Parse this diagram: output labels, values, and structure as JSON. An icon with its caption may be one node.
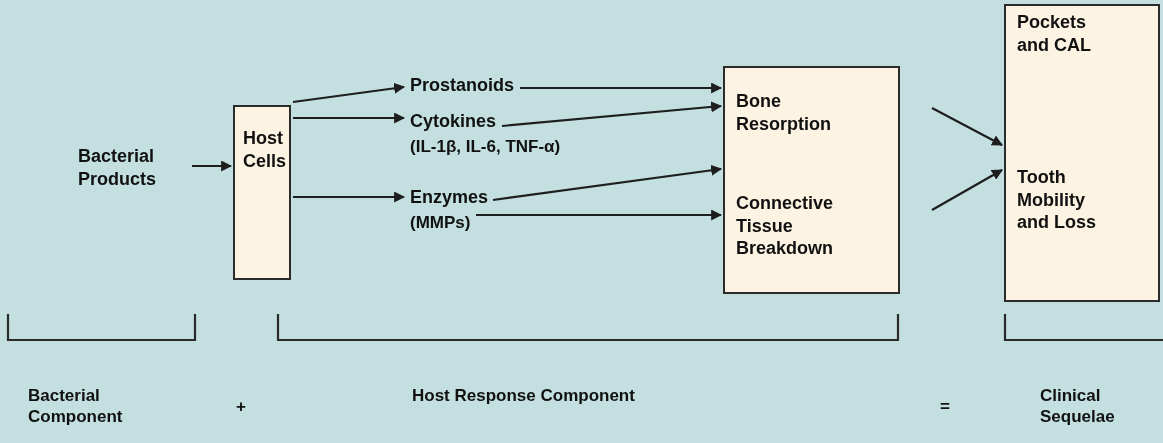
{
  "diagram": {
    "nodes": [
      {
        "text": [
          "Bacterial Products"
        ]
      },
      {
        "text": [
          "Host Cells"
        ]
      },
      {
        "text": [
          "Prostanoids"
        ]
      },
      {
        "text": [
          "Cytokines",
          "(IL-1β, IL-6, TNF-α)"
        ]
      },
      {
        "text": [
          "Enzymes",
          "(MMPs)"
        ]
      },
      {
        "text": [
          "Bone Resorption",
          "Connective Tissue Breakdown"
        ]
      },
      {
        "text": [
          "Pockets and CAL",
          "Tooth Mobility and Loss"
        ]
      }
    ],
    "edges": [
      {
        "from": 0,
        "to": 1,
        "arrow": "to"
      },
      {
        "from": 1,
        "to": 2,
        "arrow": "to"
      },
      {
        "from": 1,
        "to": 3,
        "arrow": "to"
      },
      {
        "from": 1,
        "to": 4,
        "arrow": "to"
      },
      {
        "from": 2,
        "to": 5,
        "arrow": "to"
      },
      {
        "from": 3,
        "to": 5,
        "arrow": "to"
      },
      {
        "from": 4,
        "to": 5,
        "arrow": "to"
      },
      {
        "from": 4,
        "to": 5,
        "arrow": "to"
      },
      {
        "from": 5,
        "to": 6,
        "arrow": "to"
      },
      {
        "from": 5,
        "to": 6,
        "arrow": "to"
      }
    ],
    "labels": [
      "Bacterial Component",
      "+",
      "Host Response Component",
      "=",
      "Clinical Sequelae"
    ]
  }
}
